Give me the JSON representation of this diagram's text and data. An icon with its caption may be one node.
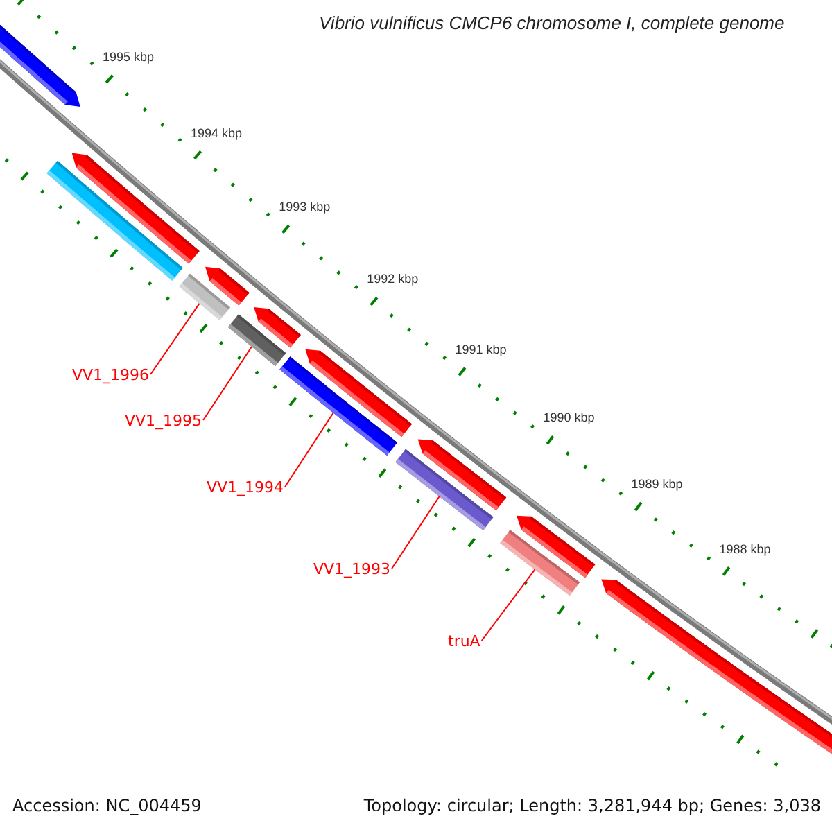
{
  "diagram": {
    "title": "Vibrio vulnificus CMCP6 chromosome I, complete genome",
    "nodes": [
      {
        "text": [
          "VV1_1996"
        ]
      },
      {
        "text": [
          "VV1_1995"
        ]
      },
      {
        "text": [
          "VV1_1994"
        ]
      },
      {
        "text": [
          "VV1_1993"
        ]
      },
      {
        "text": [
          "truA"
        ]
      },
      {
        "text": [],
        "shape": "bar"
      },
      {
        "text": [],
        "shape": "bar"
      },
      {
        "text": [],
        "shape": "bar"
      },
      {
        "text": [],
        "shape": "bar"
      },
      {
        "text": [],
        "shape": "bar"
      }
    ],
    "edges": [
      {
        "from": 0,
        "to": 5,
        "arrow": "none"
      },
      {
        "from": 1,
        "to": 6,
        "arrow": "none"
      },
      {
        "from": 2,
        "to": 7,
        "arrow": "none"
      },
      {
        "from": 3,
        "to": 8,
        "arrow": "none"
      },
      {
        "from": 4,
        "to": 9,
        "arrow": "none"
      }
    ],
    "labels": [
      "1995 kbp",
      "1994 kbp",
      "1993 kbp",
      "1992 kbp",
      "1991 kbp",
      "1990 kbp",
      "1989 kbp",
      "1988 kbp",
      "Accession: NC_004459",
      "Topology: circular; Length: 3,281,944 bp; Genes: 3,038"
    ]
  }
}
